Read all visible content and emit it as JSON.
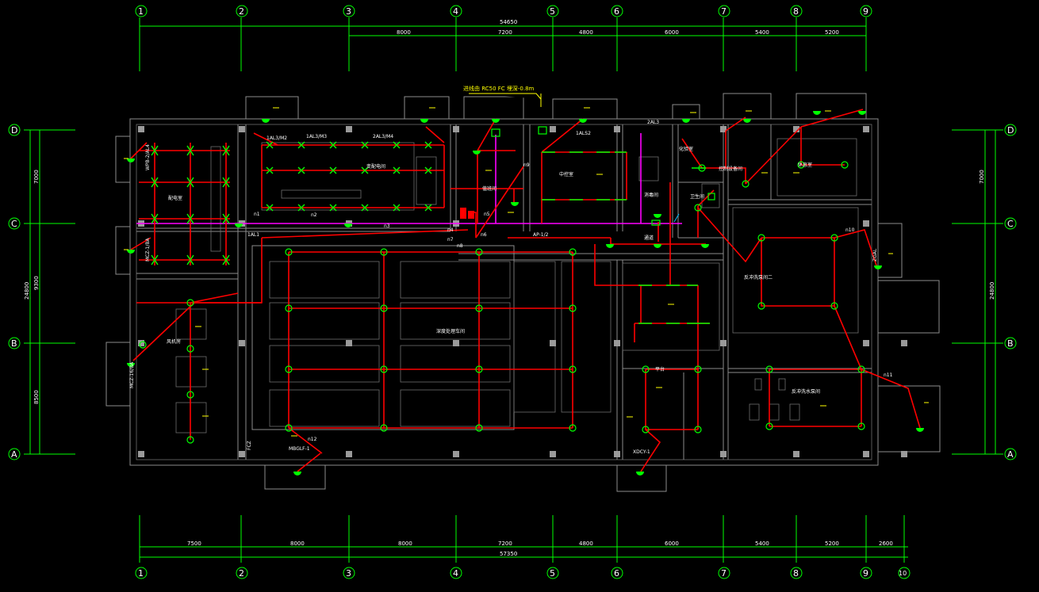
{
  "top_axes": [
    "1",
    "2",
    "3",
    "4",
    "5",
    "6",
    "7",
    "8",
    "9"
  ],
  "bottom_axes": [
    "1",
    "2",
    "3",
    "4",
    "5",
    "6",
    "7",
    "8",
    "9",
    "10"
  ],
  "left_axes": [
    "D",
    "C",
    "B",
    "A"
  ],
  "right_axes": [
    "D",
    "C",
    "B",
    "A"
  ],
  "top_total": "54650",
  "top_segments": [
    "8000",
    "7200",
    "4800",
    "6000",
    "5400",
    "5200"
  ],
  "bottom_total": "57350",
  "bottom_segments": [
    "7500",
    "8000",
    "8000",
    "7200",
    "4800",
    "6000",
    "5400",
    "5200",
    "2600"
  ],
  "left_total": "24800",
  "left_segments": [
    "7000",
    "9300",
    "8500"
  ],
  "right_total": "24800",
  "right_segments": [
    "7000"
  ],
  "note": "进线由 RC50 FC 埋深-0.8m",
  "room_labels": [
    "配电室",
    "变配电间",
    "中控室",
    "值班间",
    "化验室",
    "控制设备间",
    "消毒间",
    "通道",
    "风机房",
    "深度处理车间",
    "反冲洗泵间二",
    "平台",
    "反冲洗水泵间",
    "卫生间",
    "休息室"
  ],
  "panel_labels": [
    "WPB-2/AL4",
    "1AL3/M2",
    "1AL3/M3",
    "2AL3/M4",
    "1ALS2",
    "2AL3",
    "AP-1/2",
    "1AL1",
    "MCZ-1/BA",
    "MCZ-16/BA",
    "MBGLF-1",
    "XDCY-1",
    "ZGAL",
    "FCZ"
  ],
  "circuit_tags": [
    "n1",
    "n2",
    "n3",
    "n4",
    "n5",
    "n6",
    "n7",
    "n8",
    "n9",
    "n10",
    "n11",
    "n12"
  ],
  "colors": {
    "background": "#000000",
    "walls": "#8c8c8c",
    "dimension": "#00ff00",
    "wiring": "#ff0000",
    "trunk": "#ff00ff",
    "fixture": "#00ff00",
    "note": "#ffff00"
  }
}
